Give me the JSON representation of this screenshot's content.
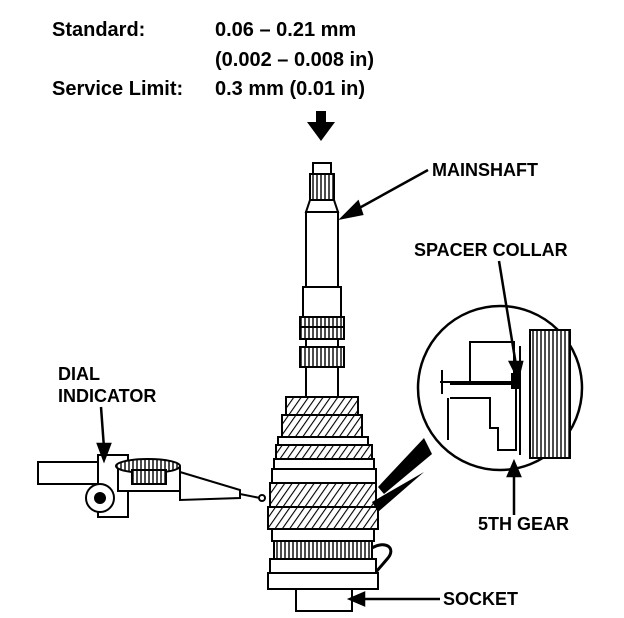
{
  "specs": {
    "standard_label": "Standard:",
    "standard_value_mm": "0.06 – 0.21 mm",
    "standard_value_in": "(0.002 – 0.008 in)",
    "service_limit_label": "Service Limit:",
    "service_limit_value": "0.3 mm (0.01 in)"
  },
  "labels": {
    "mainshaft": "MAINSHAFT",
    "spacer_collar": "SPACER COLLAR",
    "dial_indicator_line1": "DIAL",
    "dial_indicator_line2": "INDICATOR",
    "fifth_gear": "5TH GEAR",
    "socket": "SOCKET"
  },
  "colors": {
    "ink": "#000000",
    "paper": "#ffffff"
  }
}
